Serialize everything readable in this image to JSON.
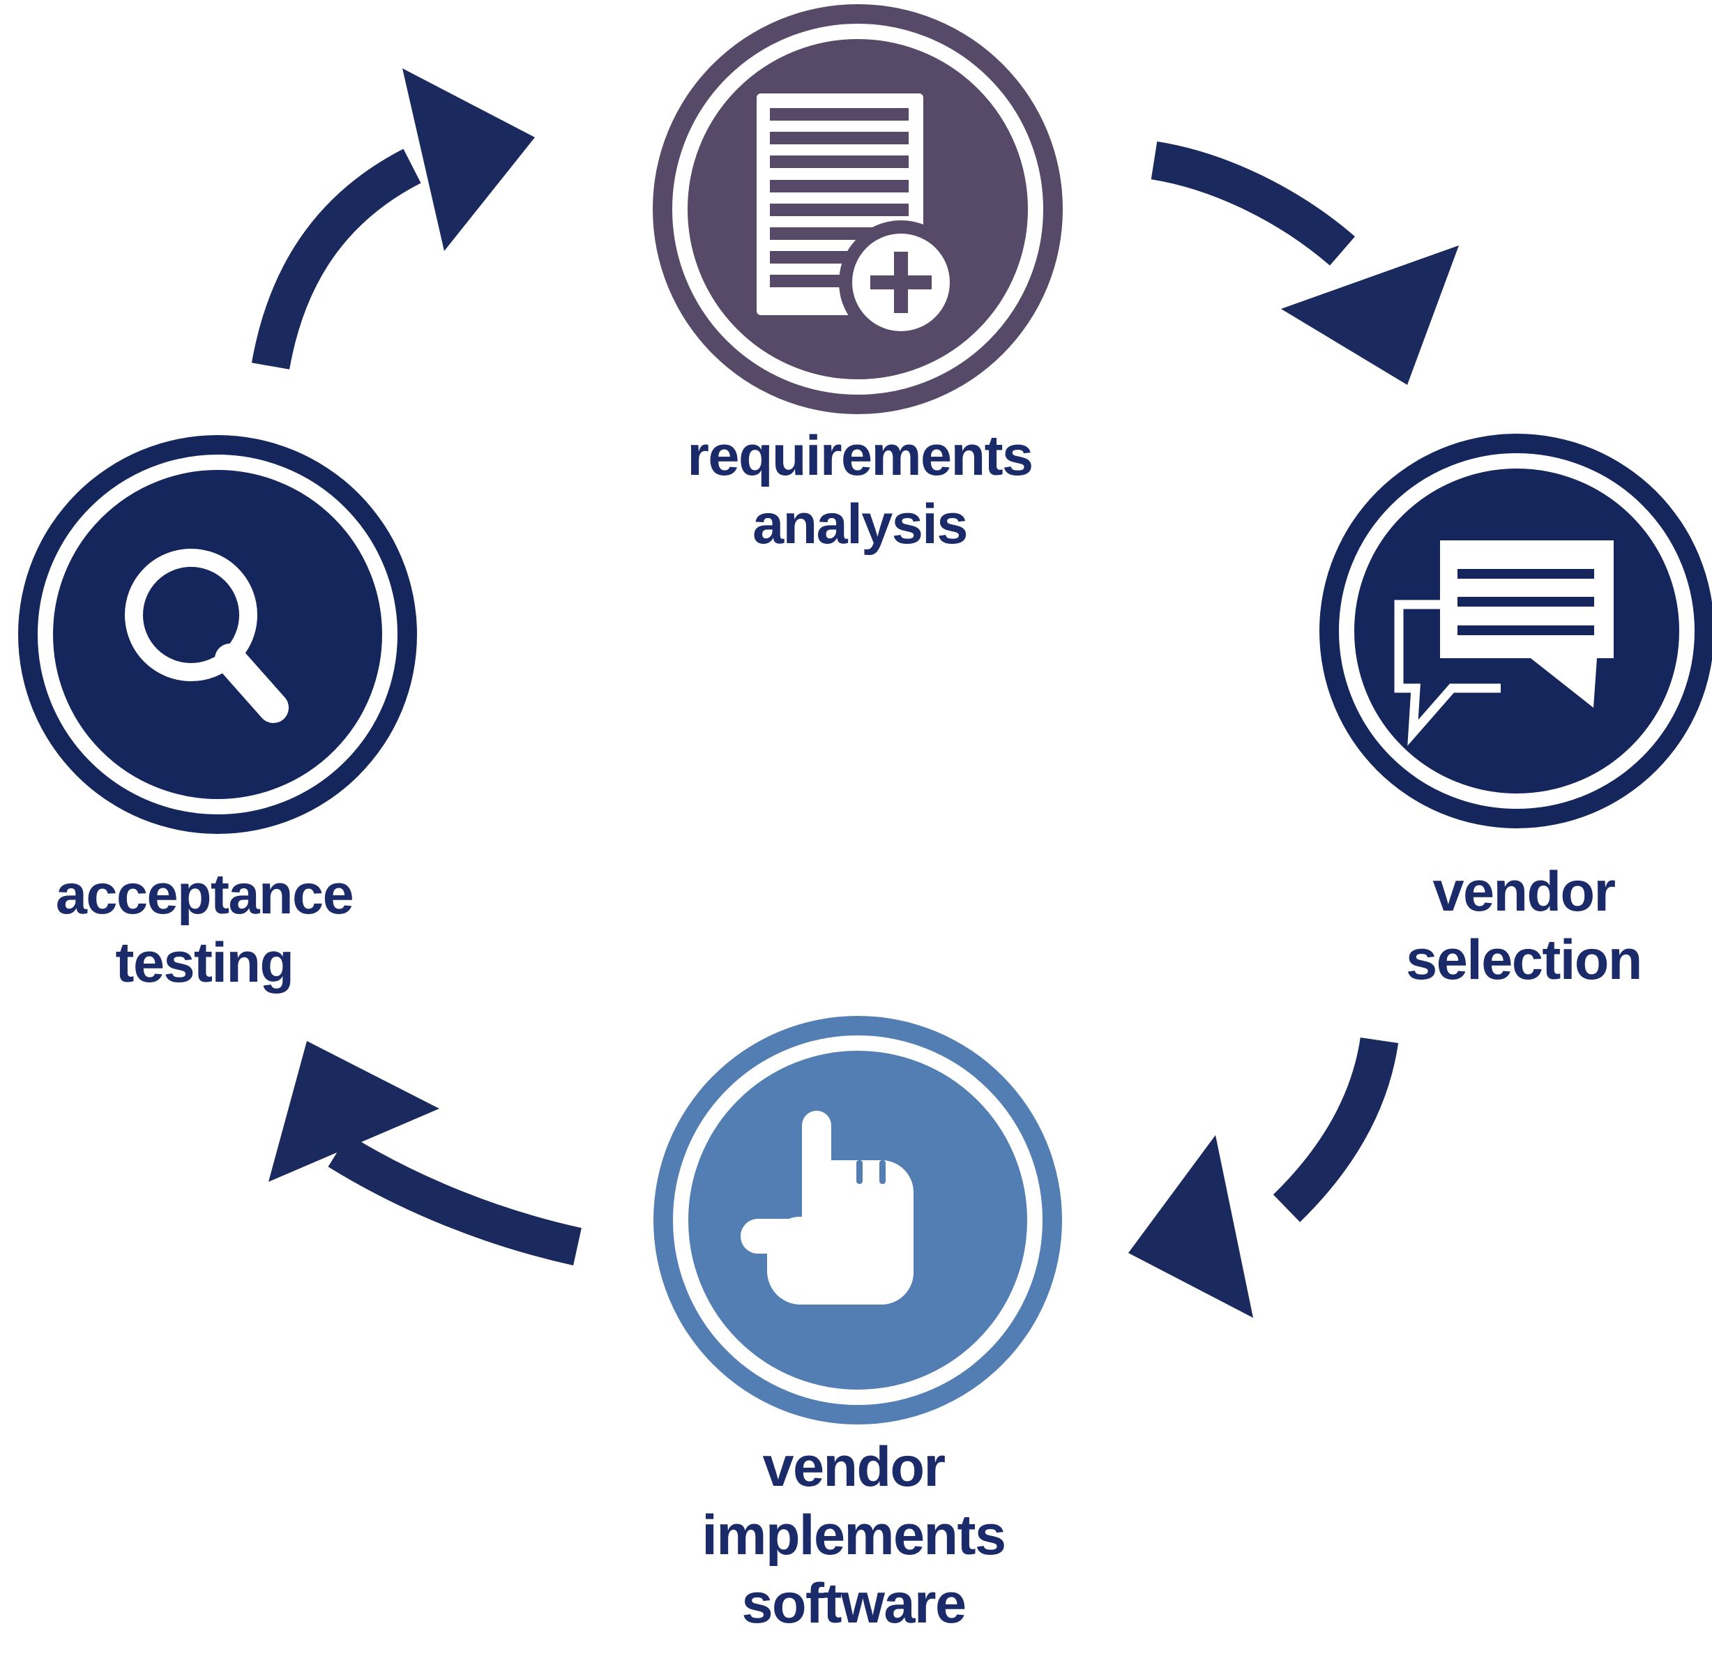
{
  "diagram": {
    "type": "cycle",
    "background": "#ffffff",
    "colors": {
      "navy": "#14265c",
      "purple": "#564a68",
      "light_blue": "#527eb4",
      "arrow_navy": "#1b2a5e",
      "label_text": "#1b2a68",
      "white": "#ffffff"
    },
    "nodes": [
      {
        "id": "requirements-analysis",
        "lines": [
          "requirements",
          "analysis"
        ],
        "icon": "document-add-icon",
        "fill": "#564a68",
        "position": "top"
      },
      {
        "id": "vendor-selection",
        "lines": [
          "vendor",
          "selection"
        ],
        "icon": "chat-bubbles-icon",
        "fill": "#14265c",
        "position": "right"
      },
      {
        "id": "vendor-implements-software",
        "lines": [
          "vendor",
          "implements",
          "software"
        ],
        "icon": "pointing-hand-icon",
        "fill": "#527eb4",
        "position": "bottom"
      },
      {
        "id": "acceptance-testing",
        "lines": [
          "acceptance",
          "testing"
        ],
        "icon": "magnifying-glass-icon",
        "fill": "#14265c",
        "position": "left"
      }
    ],
    "arrows": [
      {
        "id": "arrow-acceptance-to-requirements",
        "from": "acceptance-testing",
        "to": "requirements-analysis",
        "direction": "up-right"
      },
      {
        "id": "arrow-requirements-to-vendor-selection",
        "from": "requirements-analysis",
        "to": "vendor-selection",
        "direction": "down-right"
      },
      {
        "id": "arrow-vendor-selection-to-implements",
        "from": "vendor-selection",
        "to": "vendor-implements-software",
        "direction": "down-left"
      },
      {
        "id": "arrow-implements-to-acceptance",
        "from": "vendor-implements-software",
        "to": "acceptance-testing",
        "direction": "up-left"
      }
    ]
  }
}
